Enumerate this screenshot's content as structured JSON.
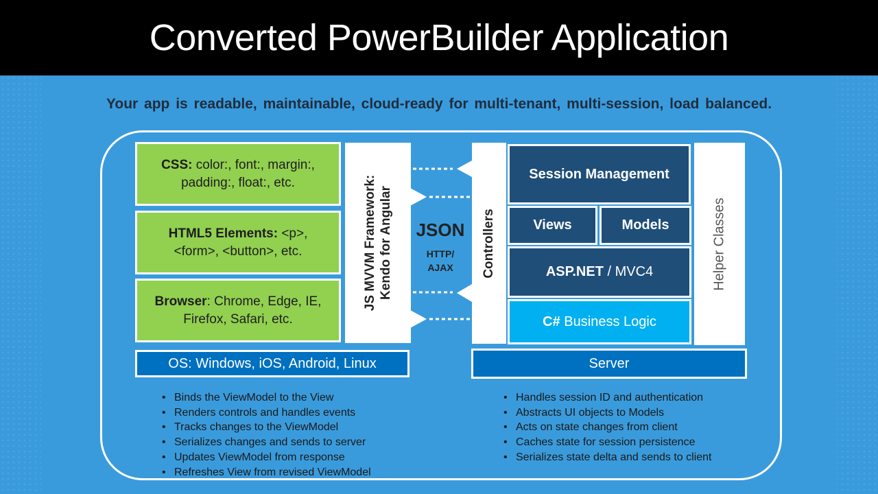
{
  "slide": {
    "title": "Converted PowerBuilder Application",
    "subtitle": "Your app is readable, maintainable, cloud-ready for multi-tenant, multi-session, load balanced."
  },
  "client": {
    "css": {
      "label": "CSS:",
      "text": " color:, font:, margin:, padding:, float:, etc."
    },
    "html5": {
      "label": "HTML5 Elements:",
      "text": " <p>, <form>, <button>, etc."
    },
    "browser": {
      "label": "Browser",
      "text": ": Chrome, Edge, IE, Firefox, Safari, etc."
    },
    "framework_line1": "JS MVVM Framework:",
    "framework_line2": "Kendo for Angular",
    "os": "OS: Windows, iOS, Android, Linux",
    "bullets": [
      "Binds the ViewModel to the View",
      "Renders controls and handles events",
      "Tracks changes to the ViewModel",
      "Serializes changes and sends to server",
      "Updates ViewModel from response",
      "Refreshes View from revised ViewModel"
    ]
  },
  "transport": {
    "json": "JSON",
    "http_line1": "HTTP/",
    "http_line2": "AJAX"
  },
  "server": {
    "controllers": "Controllers",
    "session_management": "Session Management",
    "views": "Views",
    "models": "Models",
    "aspnet_bold": "ASP.NET",
    "aspnet_rest": " / MVC4",
    "csharp_bold": "C#",
    "csharp_rest": " Business Logic",
    "helper_classes": "Helper Classes",
    "server": "Server",
    "bullets": [
      "Handles session ID and authentication",
      "Abstracts UI objects to Models",
      "Acts on state changes from client",
      "Caches state for session persistence",
      "Serializes state delta and sends to client"
    ]
  },
  "colors": {
    "background": "#3a9bdc",
    "green": "#92d050",
    "navy": "#1f4e79",
    "cyan": "#00b0f0",
    "os_blue": "#0070c0"
  }
}
